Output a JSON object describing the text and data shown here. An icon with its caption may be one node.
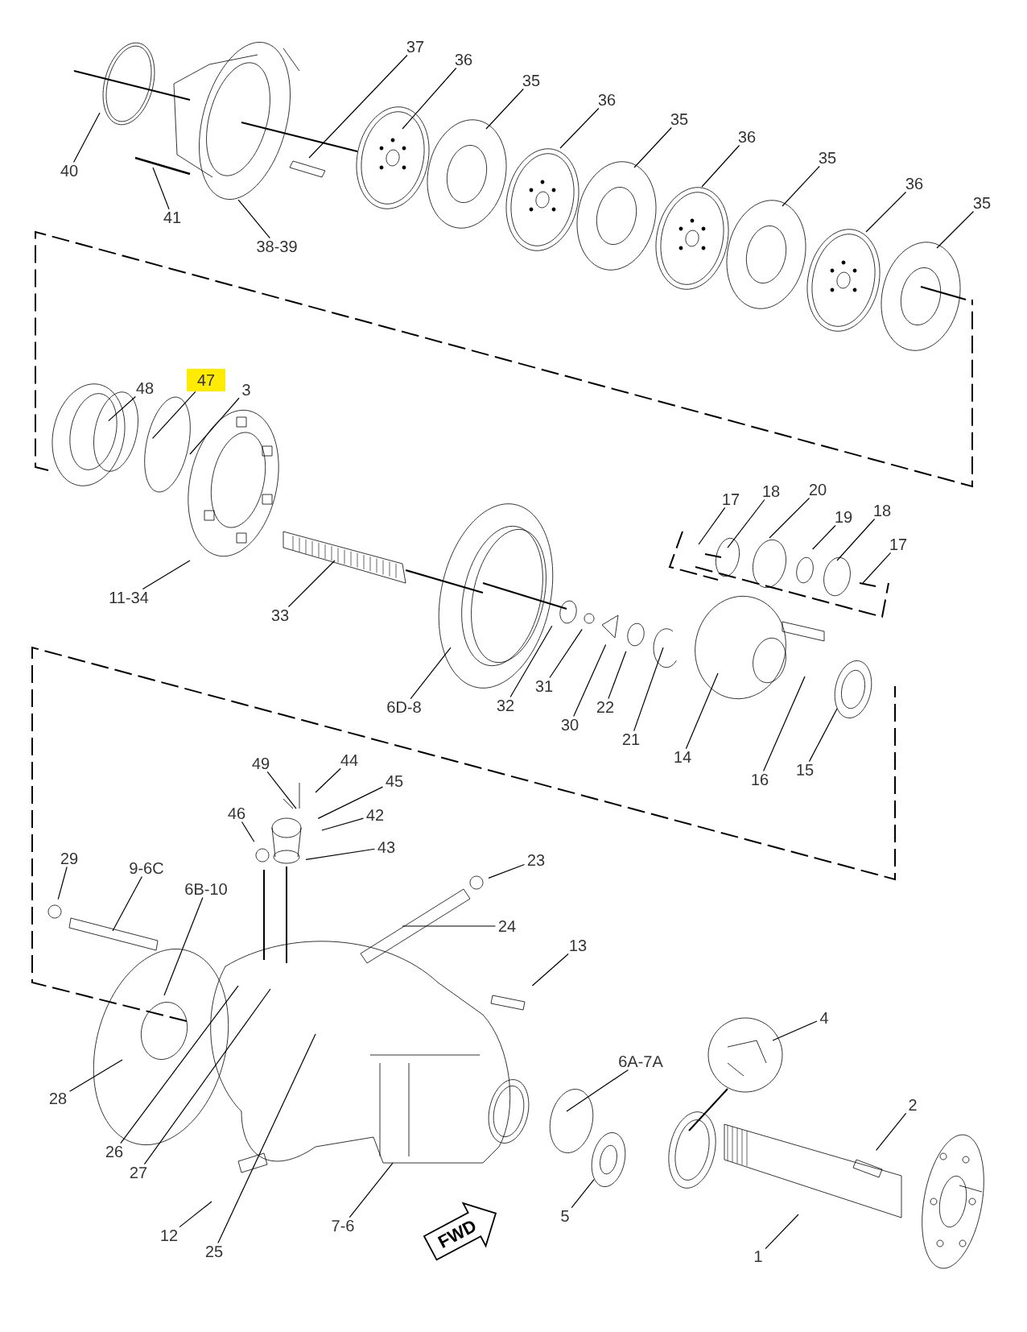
{
  "diagram": {
    "nodes": [
      {
        "text": [
          "37"
        ]
      },
      {
        "text": [
          "36"
        ]
      },
      {
        "text": [
          "35"
        ]
      },
      {
        "text": [
          "36"
        ]
      },
      {
        "text": [
          "35"
        ]
      },
      {
        "text": [
          "36"
        ]
      },
      {
        "text": [
          "40"
        ]
      },
      {
        "text": [
          "35"
        ]
      },
      {
        "text": [
          "36"
        ]
      },
      {
        "text": [
          "41"
        ]
      },
      {
        "text": [
          "35"
        ]
      },
      {
        "text": [
          "38-39"
        ]
      },
      {
        "text": [
          "48"
        ]
      },
      {
        "text": [
          "47"
        ]
      },
      {
        "text": [
          "3"
        ]
      },
      {
        "text": [
          "18"
        ]
      },
      {
        "text": [
          "20"
        ]
      },
      {
        "text": [
          "17"
        ]
      },
      {
        "text": [
          "19"
        ]
      },
      {
        "text": [
          "18"
        ]
      },
      {
        "text": [
          "17"
        ]
      },
      {
        "text": [
          "11-34"
        ]
      },
      {
        "text": [
          "33"
        ]
      },
      {
        "text": [
          "31"
        ]
      },
      {
        "text": [
          "6D-8"
        ]
      },
      {
        "text": [
          "32"
        ]
      },
      {
        "text": [
          "22"
        ]
      },
      {
        "text": [
          "30"
        ]
      },
      {
        "text": [
          "21"
        ]
      },
      {
        "text": [
          "14"
        ]
      },
      {
        "text": [
          "15"
        ]
      },
      {
        "text": [
          "16"
        ]
      },
      {
        "text": [
          "44"
        ]
      },
      {
        "text": [
          "49"
        ]
      },
      {
        "text": [
          "45"
        ]
      },
      {
        "text": [
          "46"
        ]
      },
      {
        "text": [
          "42"
        ]
      },
      {
        "text": [
          "43"
        ]
      },
      {
        "text": [
          "29"
        ]
      },
      {
        "text": [
          "23"
        ]
      },
      {
        "text": [
          "9-6C"
        ]
      },
      {
        "text": [
          "6B-10"
        ]
      },
      {
        "text": [
          "24"
        ]
      },
      {
        "text": [
          "13"
        ]
      },
      {
        "text": [
          "4"
        ]
      },
      {
        "text": [
          "6A-7A"
        ]
      },
      {
        "text": [
          "28"
        ]
      },
      {
        "text": [
          "2"
        ]
      },
      {
        "text": [
          "26"
        ]
      },
      {
        "text": [
          "27"
        ]
      },
      {
        "text": [
          "5"
        ]
      },
      {
        "text": [
          "7-6"
        ]
      },
      {
        "text": [
          "12"
        ]
      },
      {
        "text": [
          "25"
        ]
      },
      {
        "text": [
          "1"
        ]
      },
      {
        "text": [
          "FWD"
        ]
      }
    ],
    "edges": [
      {
        "from": 0,
        "to": null,
        "arrow": "none"
      },
      {
        "from": 1,
        "to": null,
        "arrow": "none"
      },
      {
        "from": 2,
        "to": null,
        "arrow": "none"
      },
      {
        "from": 3,
        "to": null,
        "arrow": "none"
      },
      {
        "from": 4,
        "to": null,
        "arrow": "none"
      },
      {
        "from": 5,
        "to": null,
        "arrow": "none"
      },
      {
        "from": 6,
        "to": null,
        "arrow": "none"
      },
      {
        "from": 7,
        "to": null,
        "arrow": "none"
      },
      {
        "from": 8,
        "to": null,
        "arrow": "none"
      },
      {
        "from": 9,
        "to": null,
        "arrow": "none"
      },
      {
        "from": 10,
        "to": null,
        "arrow": "none"
      },
      {
        "from": 11,
        "to": null,
        "arrow": "none"
      },
      {
        "from": 12,
        "to": null,
        "arrow": "none"
      },
      {
        "from": 13,
        "to": null,
        "arrow": "none"
      },
      {
        "from": 14,
        "to": null,
        "arrow": "none"
      },
      {
        "from": 15,
        "to": null,
        "arrow": "none"
      },
      {
        "from": 16,
        "to": null,
        "arrow": "none"
      },
      {
        "from": 17,
        "to": null,
        "arrow": "none"
      },
      {
        "from": 18,
        "to": null,
        "arrow": "none"
      },
      {
        "from": 19,
        "to": null,
        "arrow": "none"
      },
      {
        "from": 20,
        "to": null,
        "arrow": "none"
      },
      {
        "from": 21,
        "to": null,
        "arrow": "none"
      },
      {
        "from": 22,
        "to": null,
        "arrow": "none"
      },
      {
        "from": 23,
        "to": null,
        "arrow": "none"
      },
      {
        "from": 24,
        "to": null,
        "arrow": "none"
      },
      {
        "from": 25,
        "to": null,
        "arrow": "none"
      },
      {
        "from": 26,
        "to": null,
        "arrow": "none"
      },
      {
        "from": 27,
        "to": null,
        "arrow": "none"
      },
      {
        "from": 28,
        "to": null,
        "arrow": "none"
      },
      {
        "from": 29,
        "to": null,
        "arrow": "none"
      },
      {
        "from": 30,
        "to": null,
        "arrow": "none"
      },
      {
        "from": 31,
        "to": null,
        "arrow": "none"
      },
      {
        "from": 32,
        "to": null,
        "arrow": "none"
      },
      {
        "from": 33,
        "to": null,
        "arrow": "none"
      },
      {
        "from": 34,
        "to": null,
        "arrow": "none"
      },
      {
        "from": 35,
        "to": null,
        "arrow": "none"
      },
      {
        "from": 36,
        "to": null,
        "arrow": "none"
      },
      {
        "from": 37,
        "to": null,
        "arrow": "none"
      },
      {
        "from": 38,
        "to": null,
        "arrow": "none"
      },
      {
        "from": 39,
        "to": null,
        "arrow": "none"
      },
      {
        "from": 40,
        "to": null,
        "arrow": "none"
      },
      {
        "from": 41,
        "to": null,
        "arrow": "none"
      },
      {
        "from": 42,
        "to": null,
        "arrow": "none"
      },
      {
        "from": 43,
        "to": null,
        "arrow": "none"
      },
      {
        "from": 44,
        "to": null,
        "arrow": "none"
      },
      {
        "from": 45,
        "to": null,
        "arrow": "none"
      },
      {
        "from": 46,
        "to": null,
        "arrow": "none"
      },
      {
        "from": 47,
        "to": null,
        "arrow": "none"
      },
      {
        "from": 48,
        "to": null,
        "arrow": "none"
      },
      {
        "from": 49,
        "to": null,
        "arrow": "none"
      },
      {
        "from": 50,
        "to": null,
        "arrow": "none"
      },
      {
        "from": 51,
        "to": null,
        "arrow": "none"
      },
      {
        "from": 52,
        "to": null,
        "arrow": "none"
      },
      {
        "from": 53,
        "to": null,
        "arrow": "none"
      },
      {
        "from": 54,
        "to": null,
        "arrow": "none"
      }
    ]
  }
}
